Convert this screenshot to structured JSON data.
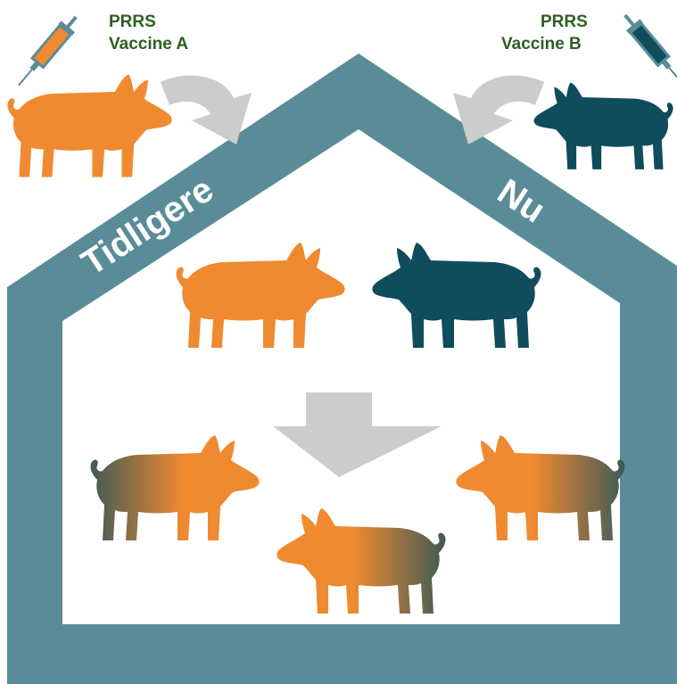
{
  "vaccine_a": {
    "line1": "PRRS",
    "line2": "Vaccine A"
  },
  "vaccine_b": {
    "line1": "PRRS",
    "line2": "Vaccine B"
  },
  "roof_left": "Tidligere",
  "roof_right": "Nu",
  "colors": {
    "house": "#5a8c98",
    "orange": "#f08a30",
    "teal": "#0f4c5c",
    "arrow": "#cccccc",
    "label": "#2e5f1f"
  }
}
